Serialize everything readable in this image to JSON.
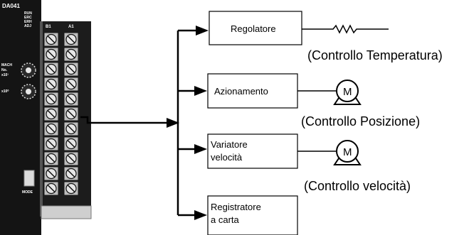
{
  "module": {
    "model": "DA041",
    "leds": [
      "RUN",
      "ERC",
      "ERH",
      "ADJ"
    ],
    "col_b": "B1",
    "col_a": "A1",
    "mach_label_1": "MACH",
    "mach_label_2": "No.",
    "mach_label_3": "x10¹",
    "sw_label": "x10⁰",
    "mode_label": "MODE"
  },
  "devices": [
    {
      "line1": "Regolatore",
      "line2": "",
      "symbol": "resistor",
      "caption": "(Controllo Temperatura)"
    },
    {
      "line1": "Azionamento",
      "line2": "",
      "symbol": "motor",
      "caption": "(Controllo Posizione)"
    },
    {
      "line1": "Variatore",
      "line2": "velocità",
      "symbol": "motor",
      "caption": "(Controllo velocità)"
    },
    {
      "line1": "Registratore",
      "line2": "a carta",
      "symbol": "none",
      "caption": ""
    }
  ],
  "motor_letter": "M",
  "colors": {
    "ink": "#000000",
    "module_body": "#141414",
    "terminal": "#bdbdbd"
  }
}
